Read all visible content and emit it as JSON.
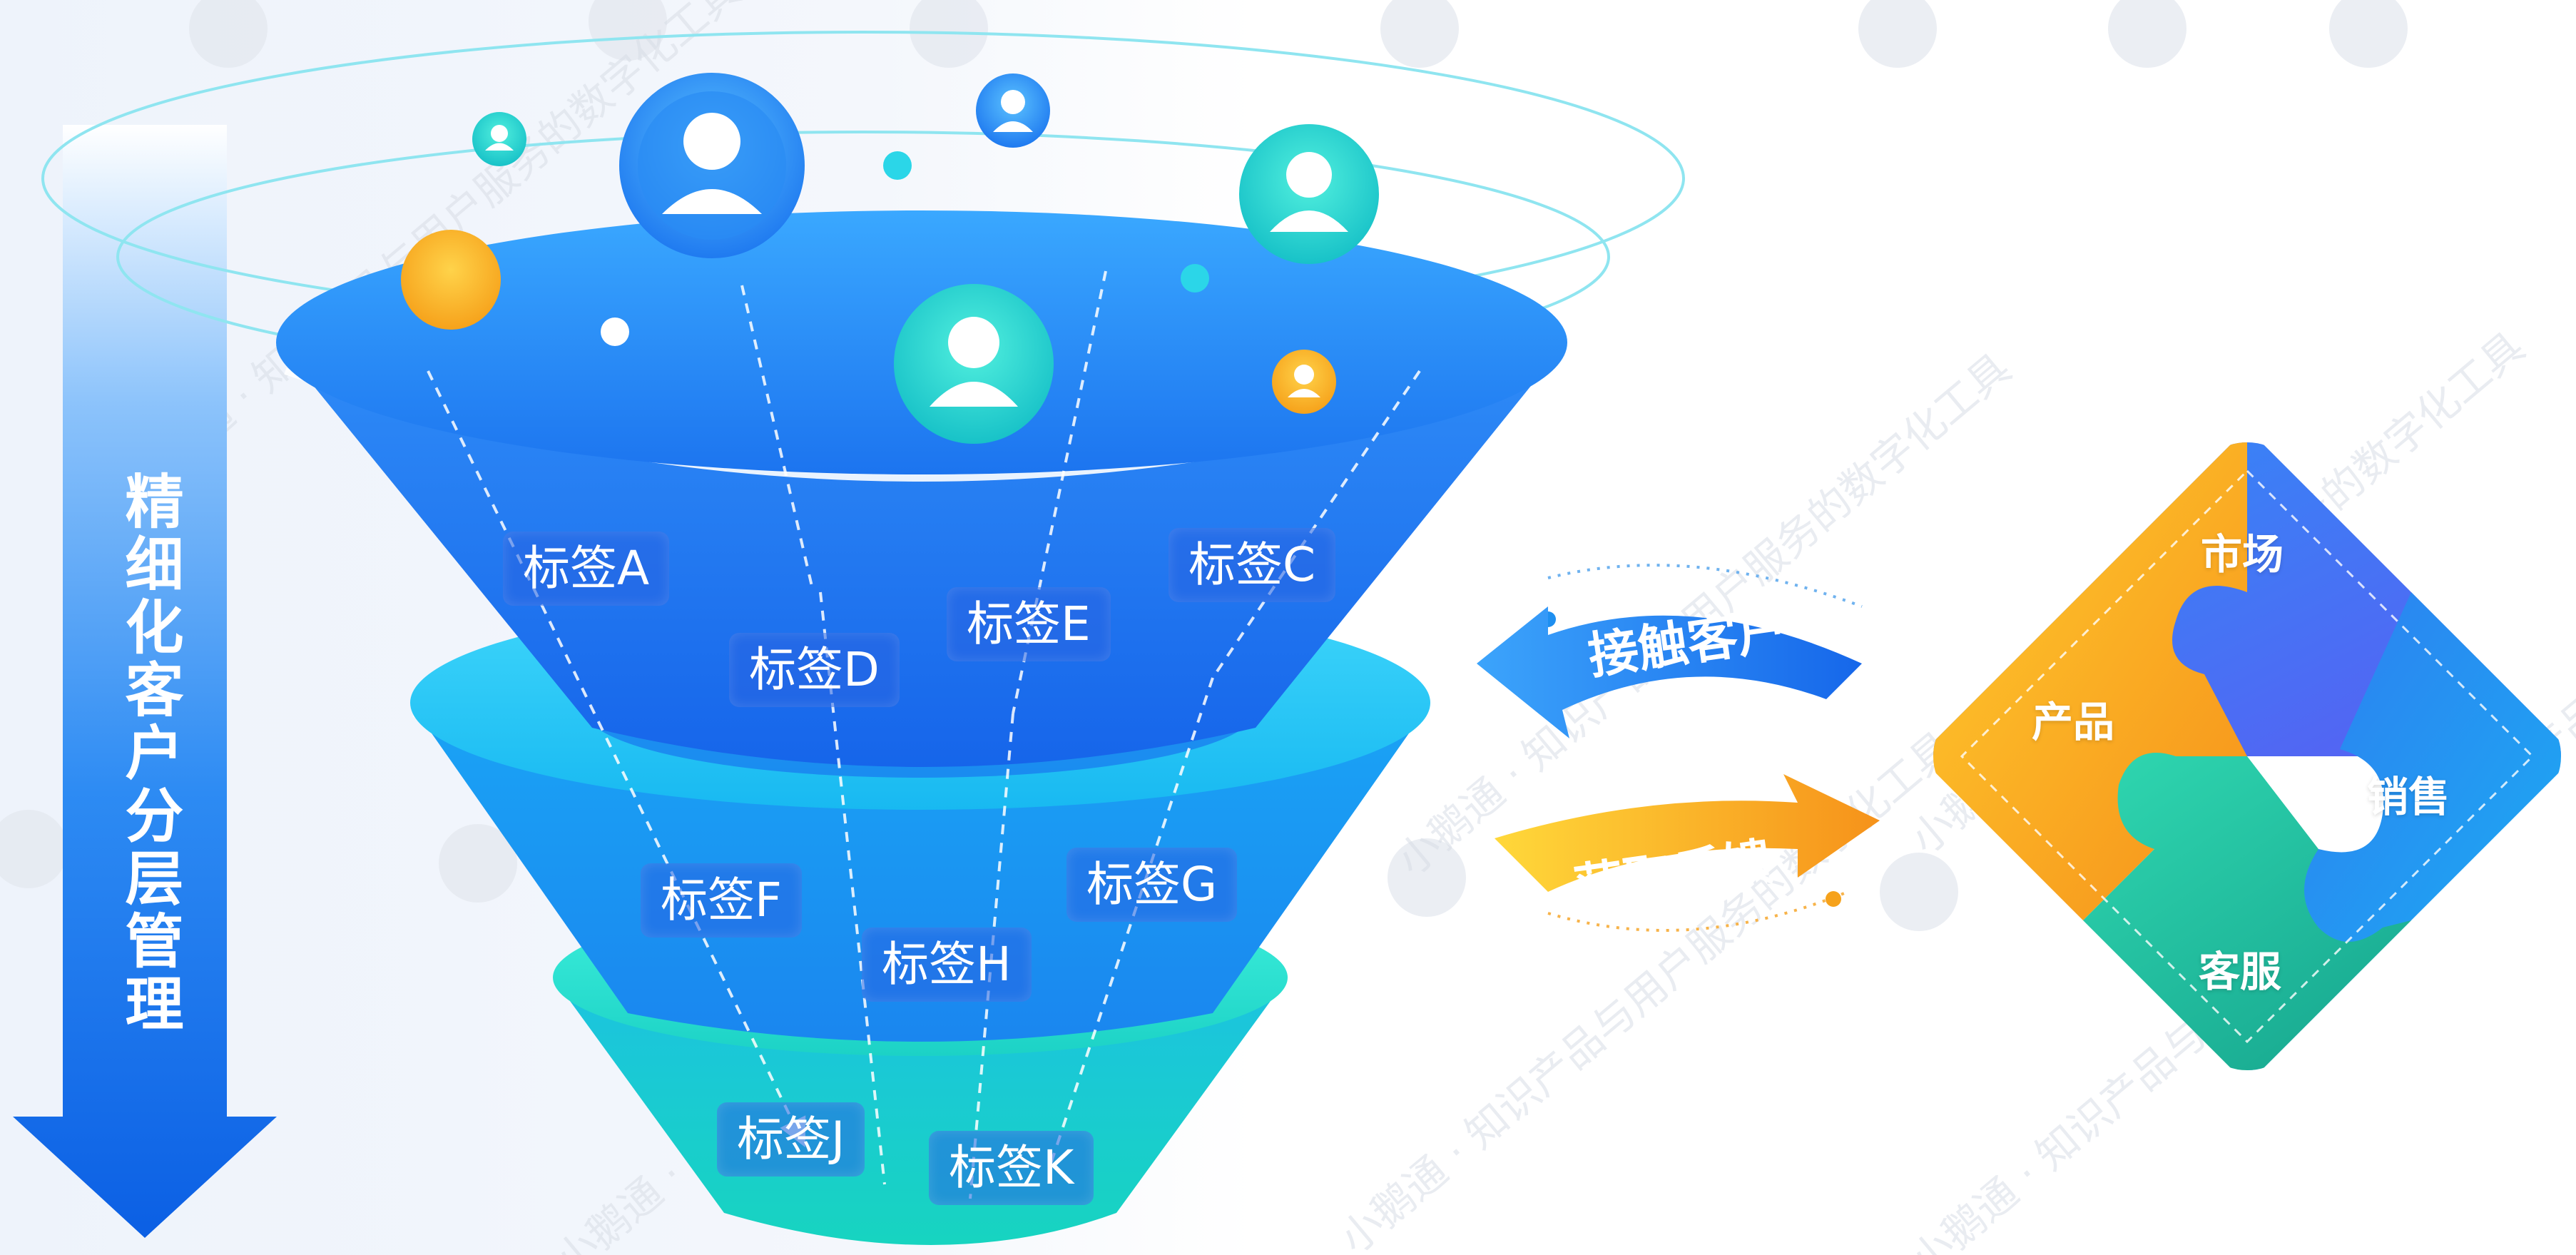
{
  "vertical_label": "精细化客户分层管理",
  "funnel_tags": [
    "标签A",
    "标签C",
    "标签D",
    "标签E",
    "标签F",
    "标签G",
    "标签H",
    "标签J",
    "标签K"
  ],
  "cycle": {
    "top_label": "接触客户",
    "bottom_label": "获取反馈"
  },
  "puzzle": {
    "top": "市场",
    "left": "产品",
    "right": "销售",
    "bottom": "客服"
  },
  "watermark": "小鹅通 · 知识产品与用户服务的数字化工具",
  "colors": {
    "funnel_top": "#1a6ff0",
    "funnel_mid": "#18c4f3",
    "funnel_bottom": "#19d9c4",
    "puzzle_market": "#4a6cf0",
    "puzzle_product": "#f7a31c",
    "puzzle_sales": "#1e8ff0",
    "puzzle_service": "#27c79a"
  },
  "icons": [
    "user-avatar-icon",
    "yellow-dot-icon"
  ]
}
